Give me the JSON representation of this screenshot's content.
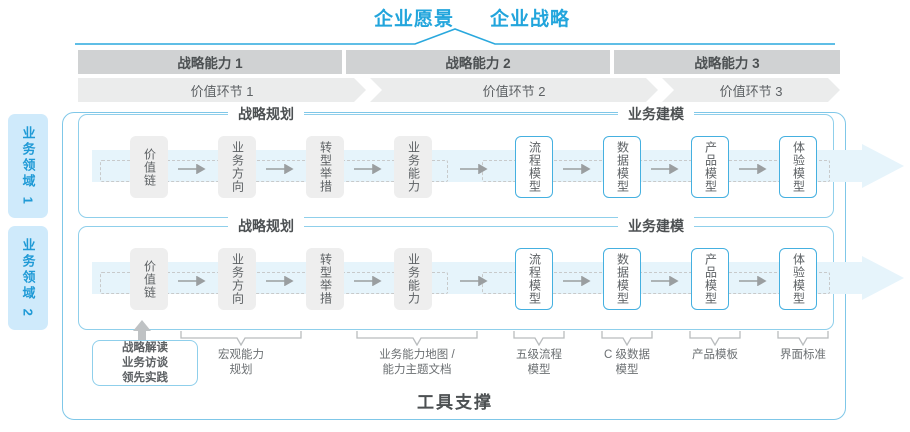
{
  "header": {
    "vision_title": "企业愿景",
    "strategy_title": "企业战略"
  },
  "capability_bars": [
    {
      "label": "战略能力 1"
    },
    {
      "label": "战略能力 2"
    },
    {
      "label": "战略能力 3"
    }
  ],
  "value_chain_bars": [
    {
      "label": "价值环节 1"
    },
    {
      "label": "价值环节 2"
    },
    {
      "label": "价值环节 3"
    }
  ],
  "domains": [
    {
      "label": "业务领域 1"
    },
    {
      "label": "业务领域 2"
    }
  ],
  "sections": {
    "planning_label": "战略规划",
    "modeling_label": "业务建模"
  },
  "nodes": {
    "planning": [
      {
        "label": "价值链",
        "style": "gray"
      },
      {
        "label": "业务方向",
        "style": "gray"
      },
      {
        "label": "转型举措",
        "style": "gray"
      },
      {
        "label": "业务能力",
        "style": "gray"
      }
    ],
    "modeling": [
      {
        "label": "流程模型",
        "style": "blue"
      },
      {
        "label": "数据模型",
        "style": "blue"
      },
      {
        "label": "产品模型",
        "style": "blue"
      },
      {
        "label": "体验模型",
        "style": "blue"
      }
    ]
  },
  "tools": {
    "first_box": "战略解读\n业务访谈\n领先实践",
    "items": [
      {
        "label": "宏观能力\n规划"
      },
      {
        "label": "业务能力地图 /\n能力主题文档"
      },
      {
        "label": "五级流程\n模型"
      },
      {
        "label": "C 级数据\n模型"
      },
      {
        "label": "产品模板"
      },
      {
        "label": "界面标准"
      }
    ],
    "footer": "工具支撑"
  },
  "colors": {
    "brand_blue": "#22a5dc",
    "node_blue_border": "#45b0e0",
    "frame_blue": "#7fc7e8",
    "bar_dark_gray": "#d0d2d3",
    "bar_light_gray": "#ebecec",
    "band_blue": "#e6f4fb",
    "domain_tag_bg": "#cfeafb"
  }
}
